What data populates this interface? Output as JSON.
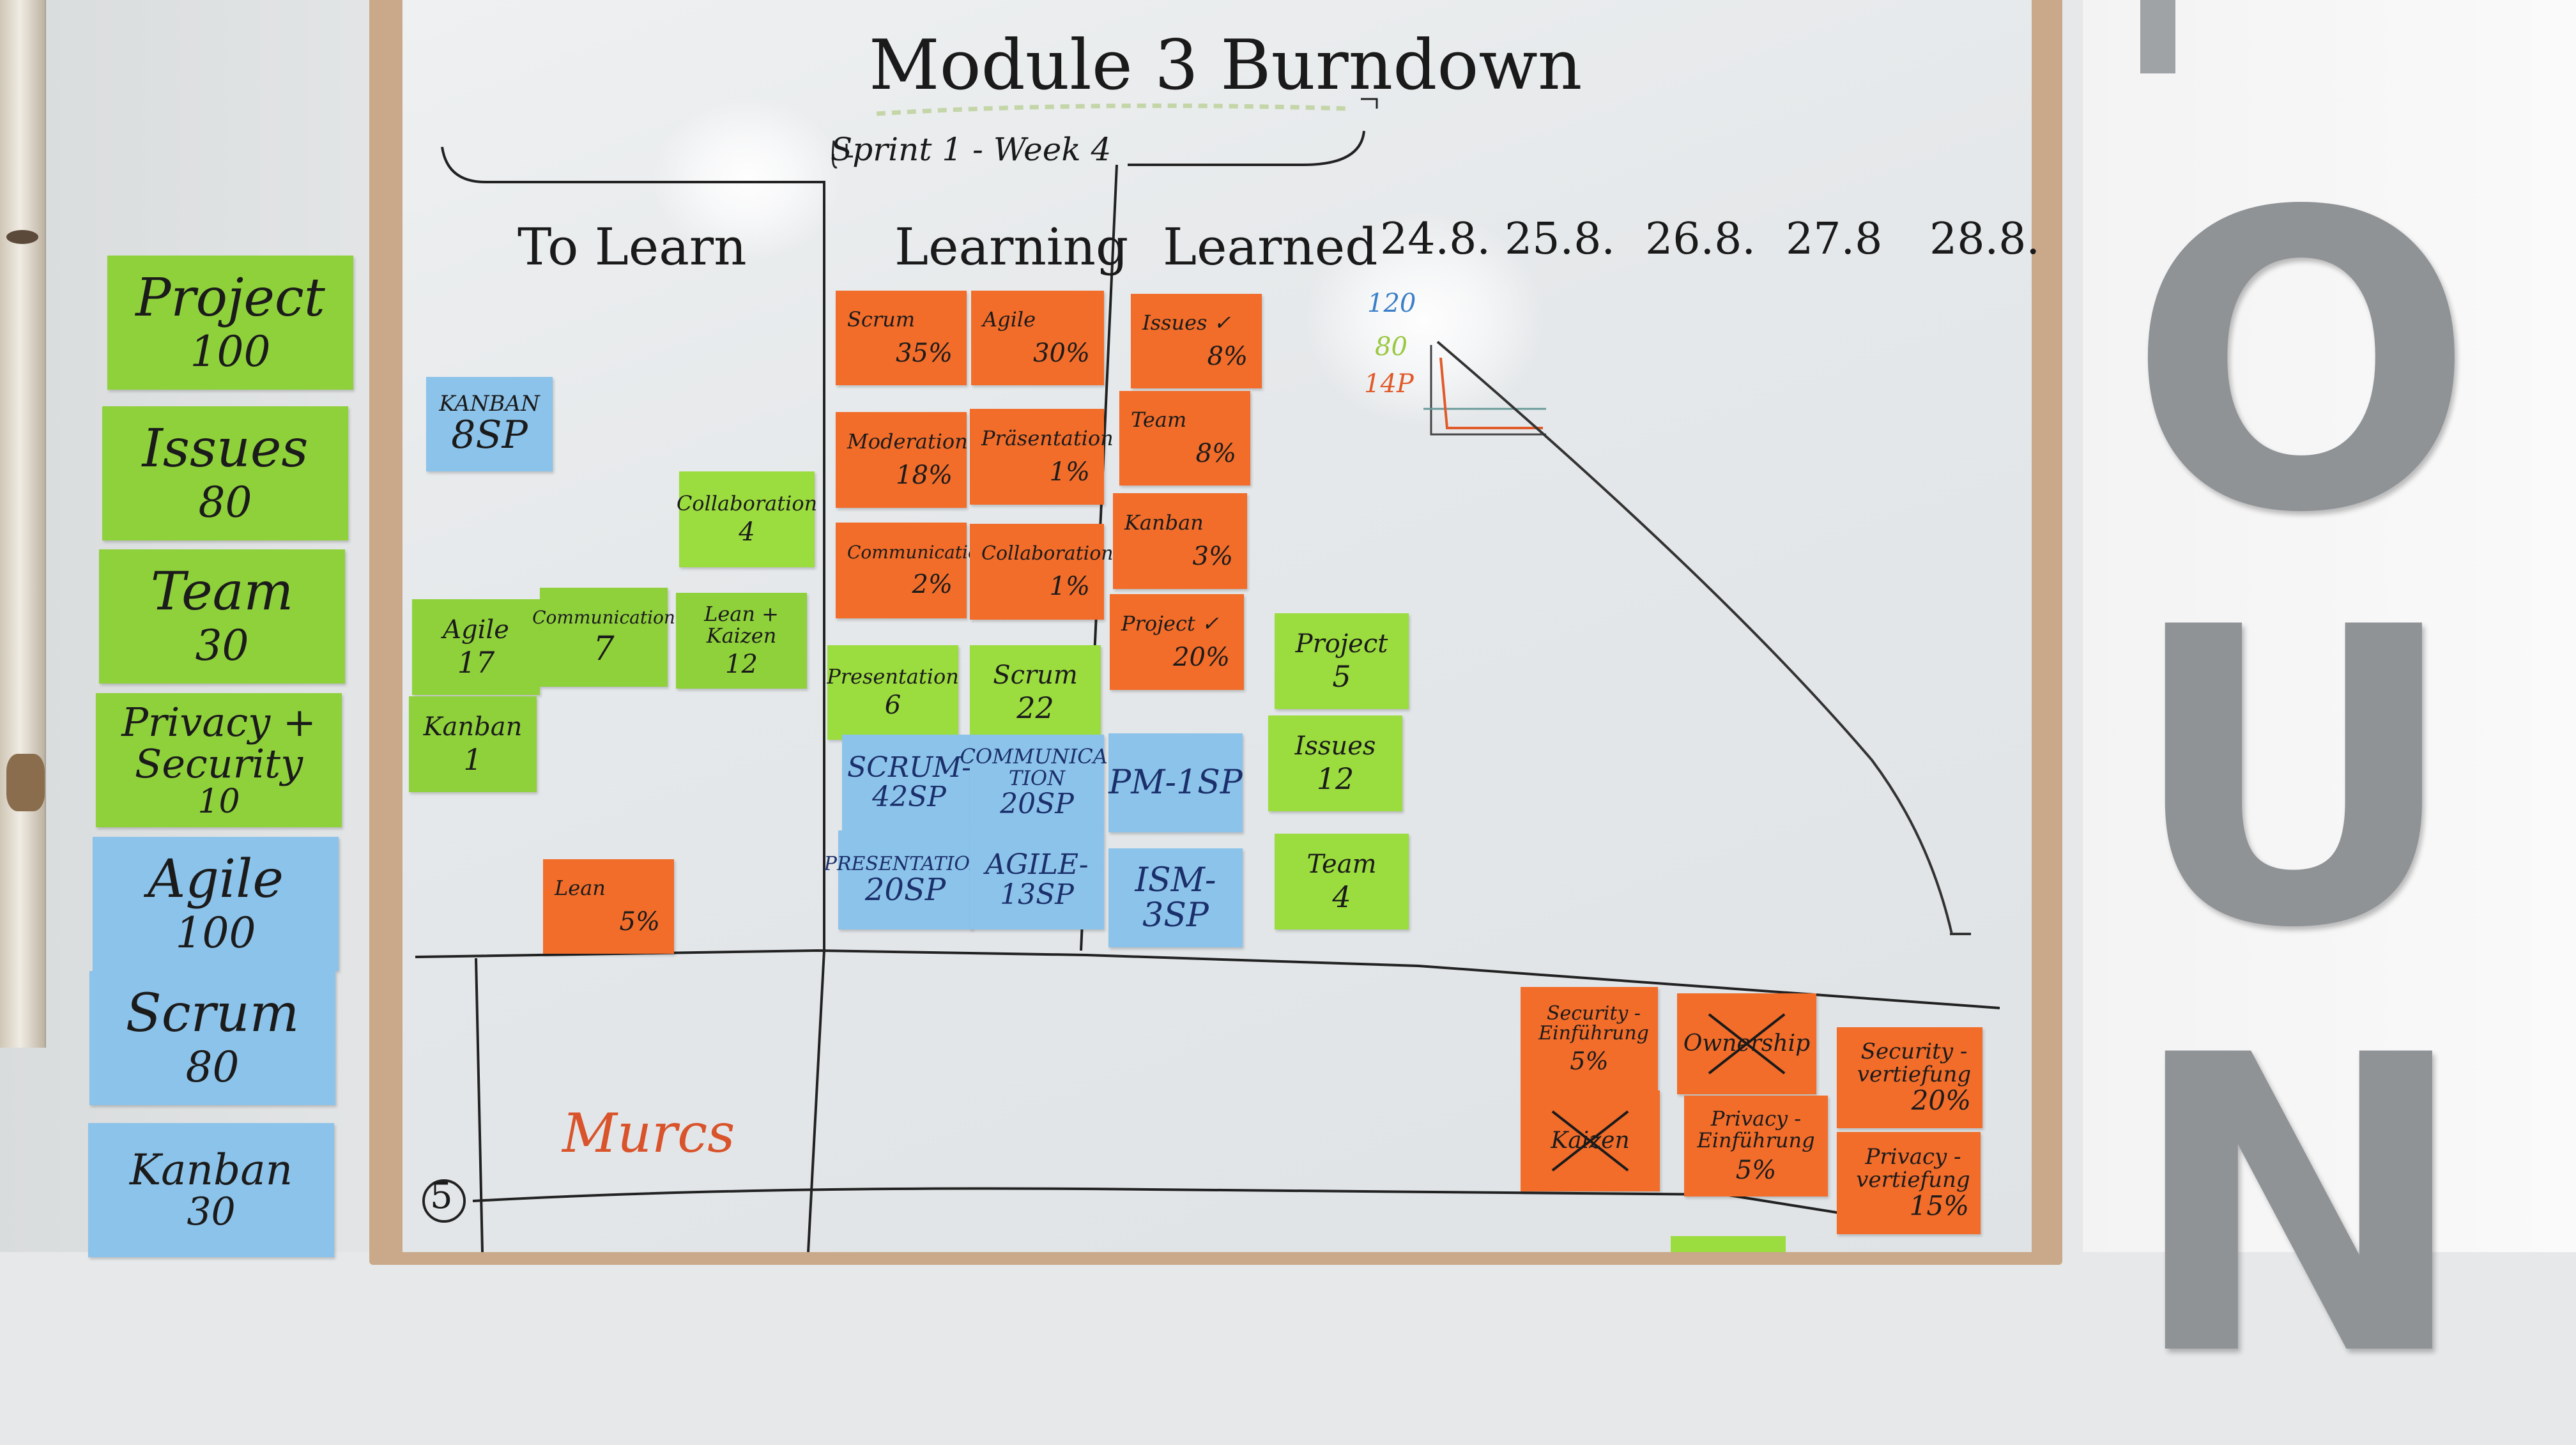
{
  "board": {
    "title": "Module 3 Burndown",
    "subtitle": "Sprint 1 - Week 4",
    "columns": [
      "To Learn",
      "Learning",
      "Learned"
    ],
    "dates": [
      "24.8.",
      "25.8.",
      "26.8.",
      "27.8",
      "28.8."
    ],
    "lane_label": "Murcs",
    "lane_number": "5"
  },
  "chart_legend": [
    "120",
    "80",
    "14P"
  ],
  "side_notes": [
    {
      "label": "Project",
      "value": "100",
      "color": "green"
    },
    {
      "label": "Issues",
      "value": "80",
      "color": "green"
    },
    {
      "label": "Team",
      "value": "30",
      "color": "green"
    },
    {
      "label": "Privacy + Security",
      "value": "10",
      "color": "green"
    },
    {
      "label": "Agile",
      "value": "100",
      "color": "blue"
    },
    {
      "label": "Scrum",
      "value": "80",
      "color": "blue"
    },
    {
      "label": "Kanban",
      "value": "30",
      "color": "blue"
    }
  ],
  "to_learn": [
    {
      "label": "KANBAN",
      "value": "8SP"
    },
    {
      "label": "Collaboration",
      "value": "4"
    },
    {
      "label": "Agile",
      "value": "17"
    },
    {
      "label": "Communication",
      "value": "7"
    },
    {
      "label": "Lean + Kaizen",
      "value": "12"
    },
    {
      "label": "Kanban",
      "value": "1"
    },
    {
      "label": "Lean",
      "value": "5%"
    }
  ],
  "learning": [
    {
      "label": "Scrum",
      "value": "35%"
    },
    {
      "label": "Agile",
      "value": "30%"
    },
    {
      "label": "Moderation",
      "value": "18%"
    },
    {
      "label": "Präsentation",
      "value": "1%"
    },
    {
      "label": "Communication",
      "value": "2%"
    },
    {
      "label": "Collaboration",
      "value": "1%"
    },
    {
      "label": "Presentation",
      "value": "6"
    },
    {
      "label": "Scrum",
      "value": "22"
    },
    {
      "label": "SCRUM-42SP",
      "value": ""
    },
    {
      "label": "COMMUNICA-TION",
      "value": "20SP"
    },
    {
      "label": "PRESENTATION",
      "value": "20SP"
    },
    {
      "label": "AGILE-13SP",
      "value": ""
    }
  ],
  "learned": [
    {
      "label": "Issues ✓",
      "value": "8%"
    },
    {
      "label": "Team",
      "value": "8%"
    },
    {
      "label": "Kanban",
      "value": "3%"
    },
    {
      "label": "Project ✓",
      "value": "20%"
    },
    {
      "label": "Project",
      "value": "5"
    },
    {
      "label": "Issues",
      "value": "12"
    },
    {
      "label": "Team",
      "value": "4"
    },
    {
      "label": "PM-1SP",
      "value": ""
    },
    {
      "label": "ISM-3SP",
      "value": ""
    }
  ],
  "lower_notes": [
    {
      "label": "Security - Einführung",
      "value": "5%"
    },
    {
      "label": "Ownership",
      "value": ""
    },
    {
      "label": "Security - vertiefung",
      "value": "20%"
    },
    {
      "label": "Kaizen",
      "value": ""
    },
    {
      "label": "Privacy - Einführung",
      "value": "5%"
    },
    {
      "label": "Privacy - vertiefung",
      "value": "15%"
    }
  ],
  "wall_letters": [
    "O",
    "U",
    "N"
  ]
}
